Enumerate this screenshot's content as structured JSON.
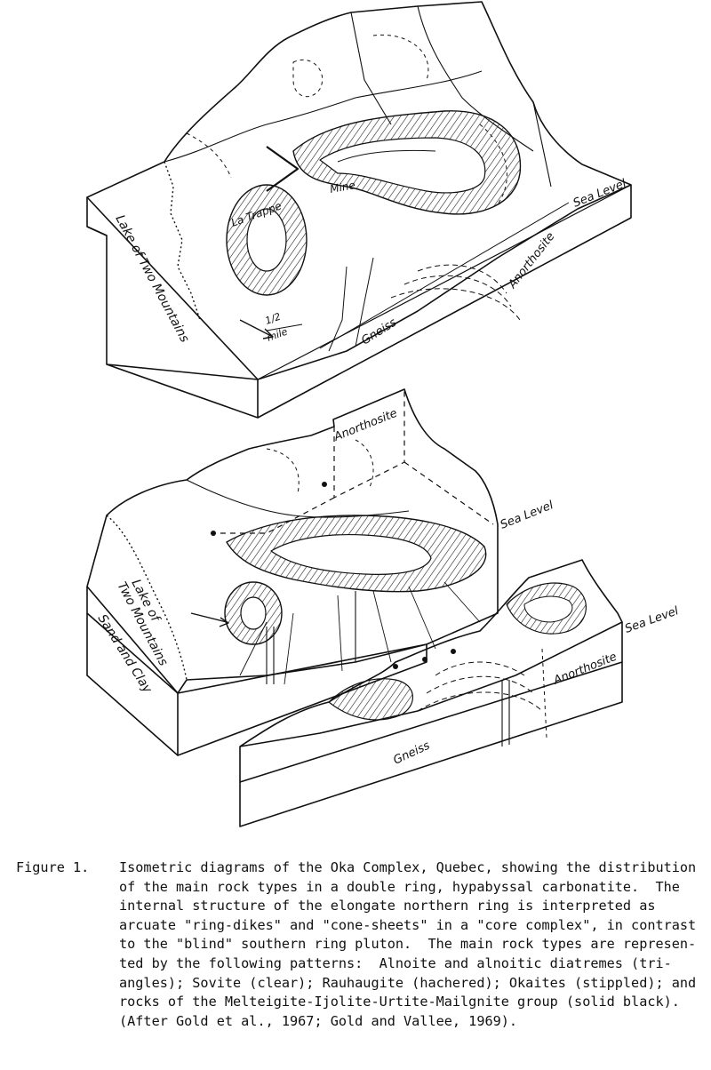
{
  "labels": {
    "sea_level_1": "Sea Level",
    "sea_level_2": "Sea Level",
    "sea_level_3": "Sea Level",
    "lake_1": "Lake of Two Mountains",
    "lake_2_line1": "Lake of",
    "lake_2_line2": "Two Mountains",
    "sand_clay": "Sand and Clay",
    "anorthosite_1": "Anorthosite",
    "anorthosite_2": "Anorthosite",
    "anorthosite_3": "Anorthosite",
    "gneiss_1": "Gneiss",
    "gneiss_2": "Gneiss",
    "mine": "Mine",
    "la_trappe": "La Trappe",
    "scale_fraction": "1/2",
    "scale_unit": "mile"
  },
  "caption": {
    "lead": "Figure 1.",
    "line1": "Isometric diagrams of the Oka Complex, Quebec, showing the distribution",
    "line2": "of the main rock types in a double ring, hypabyssal carbonatite.  The",
    "line3": "internal structure of the elongate northern ring is interpreted as",
    "line4": "arcuate \"ring-dikes\" and \"cone-sheets\" in a \"core complex\", in contrast",
    "line5": "to the \"blind\" southern ring pluton.  The main rock types are represen-",
    "line6": "ted by the following patterns:  Alnoite and alnoitic diatremes (tri-",
    "line7": "angles); Sovite (clear); Rauhaugite (hachered); Okaites (stippled); and",
    "line8": "rocks of the Melteigite-Ijolite-Urtite-Mailgnite group (solid black).",
    "line9": "(After Gold et al., 1967; Gold and Vallee, 1969)."
  }
}
